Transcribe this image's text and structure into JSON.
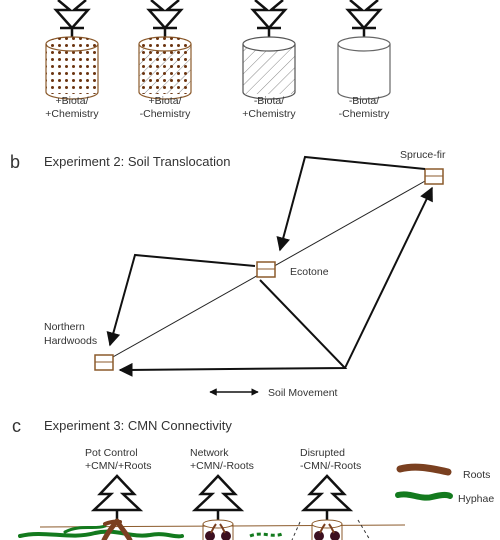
{
  "colors": {
    "soil_brown": "#8b5a2b",
    "dots": "#6b3410",
    "roots": "#7a4020",
    "hyphae": "#137a1e",
    "dark_core": "#3c1020",
    "line": "#111111"
  },
  "panel_a": {
    "cores": [
      {
        "line1": "+Biota/",
        "line2": "+Chemistry",
        "fill": "dots"
      },
      {
        "line1": "+Biota/",
        "line2": "-Chemistry",
        "fill": "dots-hatch"
      },
      {
        "line1": "-Biota/",
        "line2": "+Chemistry",
        "fill": "hatch"
      },
      {
        "line1": "-Biota/",
        "line2": "-Chemistry",
        "fill": "empty"
      }
    ]
  },
  "panel_b": {
    "letter": "b",
    "title": "Experiment 2: Soil Translocation",
    "sites": {
      "spruce_fir": "Spruce-fir",
      "ecotone": "Ecotone",
      "northern_line1": "Northern",
      "northern_line2": "Hardwoods"
    },
    "legend": "Soil Movement"
  },
  "panel_c": {
    "letter": "c",
    "title": "Experiment 3: CMN Connectivity",
    "treatments": [
      {
        "line1": "Pot Control",
        "line2": "+CMN/+Roots"
      },
      {
        "line1": "Network",
        "line2": "+CMN/-Roots"
      },
      {
        "line1": "Disrupted",
        "line2": "-CMN/-Roots"
      }
    ],
    "legend": {
      "roots": "Roots",
      "hyphae": "Hyphae"
    }
  }
}
